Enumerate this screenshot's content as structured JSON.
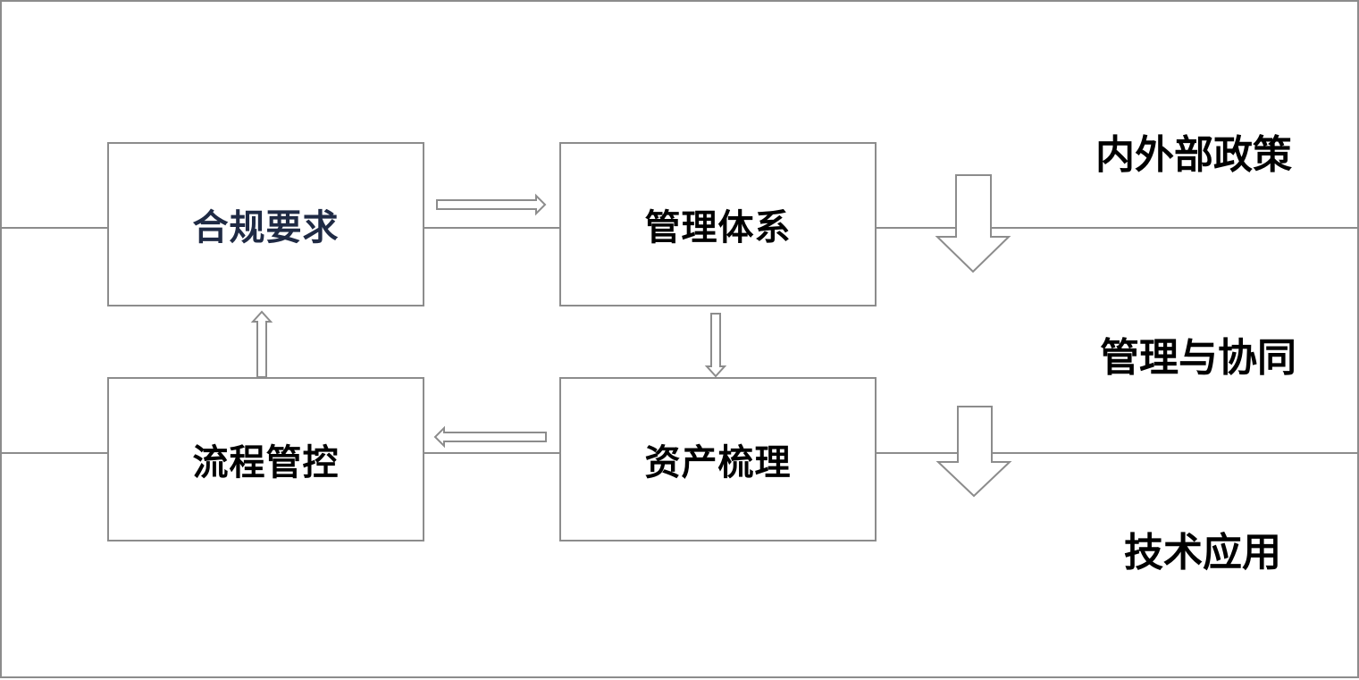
{
  "colors": {
    "line": "#8c8c8c",
    "text": "#000000",
    "accent_text": "#1f2a44",
    "background": "#ffffff"
  },
  "nodes": {
    "compliance": {
      "label": "合规要求"
    },
    "management_system": {
      "label": "管理体系"
    },
    "process_control": {
      "label": "流程管控"
    },
    "asset_review": {
      "label": "资产梳理"
    }
  },
  "layers": {
    "top": {
      "label": "内外部政策"
    },
    "middle": {
      "label": "管理与协同"
    },
    "bottom": {
      "label": "技术应用"
    }
  },
  "arrows": [
    {
      "from": "compliance",
      "to": "management_system"
    },
    {
      "from": "management_system",
      "to": "asset_review"
    },
    {
      "from": "asset_review",
      "to": "process_control"
    },
    {
      "from": "process_control",
      "to": "compliance"
    }
  ],
  "layer_transitions": [
    {
      "from": "top",
      "to": "middle"
    },
    {
      "from": "middle",
      "to": "bottom"
    }
  ]
}
